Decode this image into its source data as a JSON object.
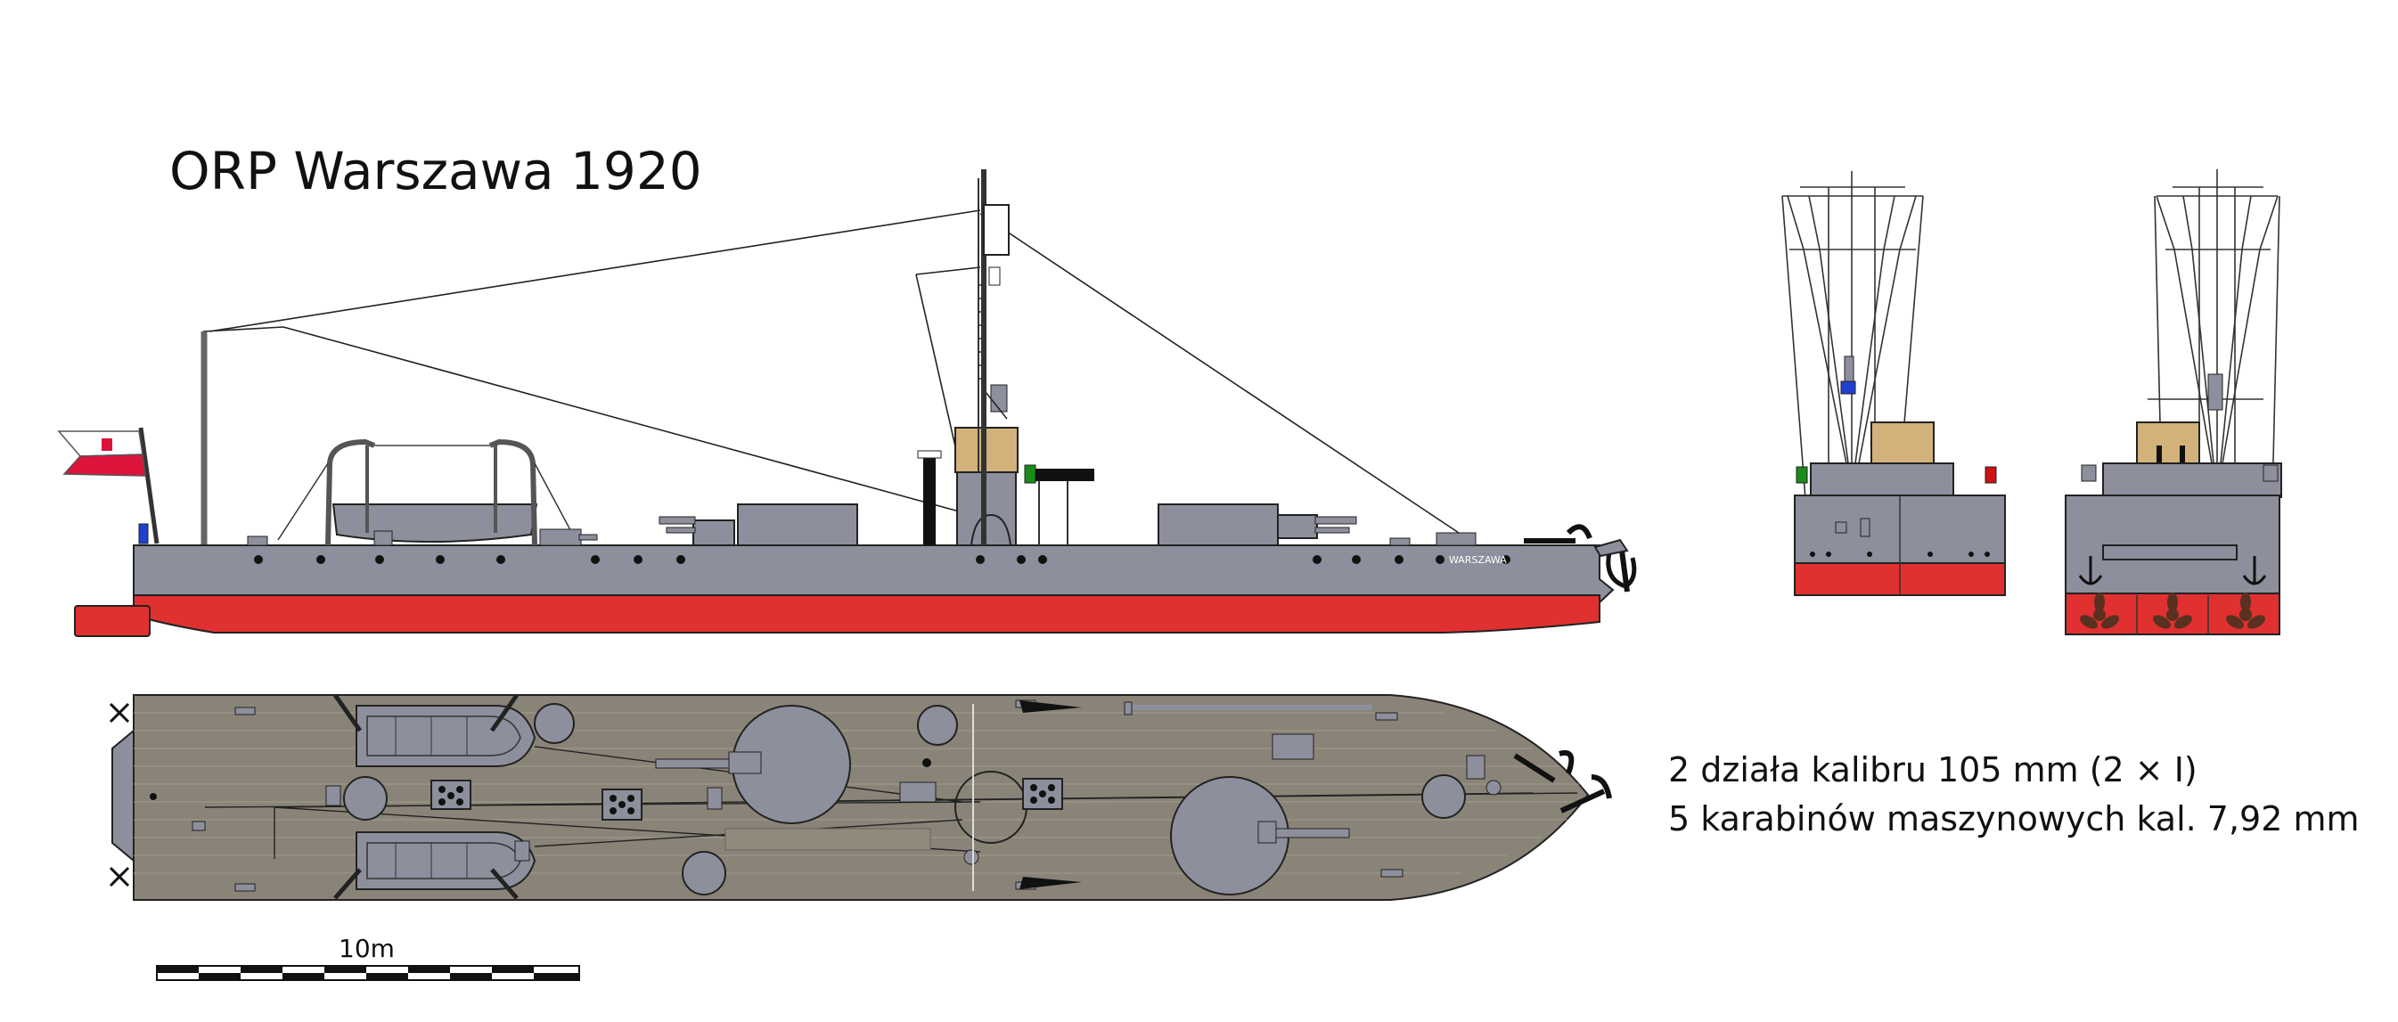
{
  "title": "ORP Warszawa 1920",
  "hull_name": "WARSZAWA",
  "armament": [
    "2 działa kalibru 105 mm (2 × I)",
    "5 karabinów maszynowych kal. 7,92 mm"
  ],
  "scale_label": "10m",
  "colors": {
    "hull_grey": "#8d8f9c",
    "antifouling_red": "#e03030",
    "deck_wood": "#8a8478",
    "cargo_tan": "#d2b27a",
    "flag_red": "#dc143c",
    "starboard_light": "#1a8a1a",
    "port_light": "#cc1111",
    "stern_light": "#1f3fd0"
  },
  "icons": [
    "polish-naval-ensign-icon",
    "anchor-icon",
    "propeller-icon"
  ]
}
